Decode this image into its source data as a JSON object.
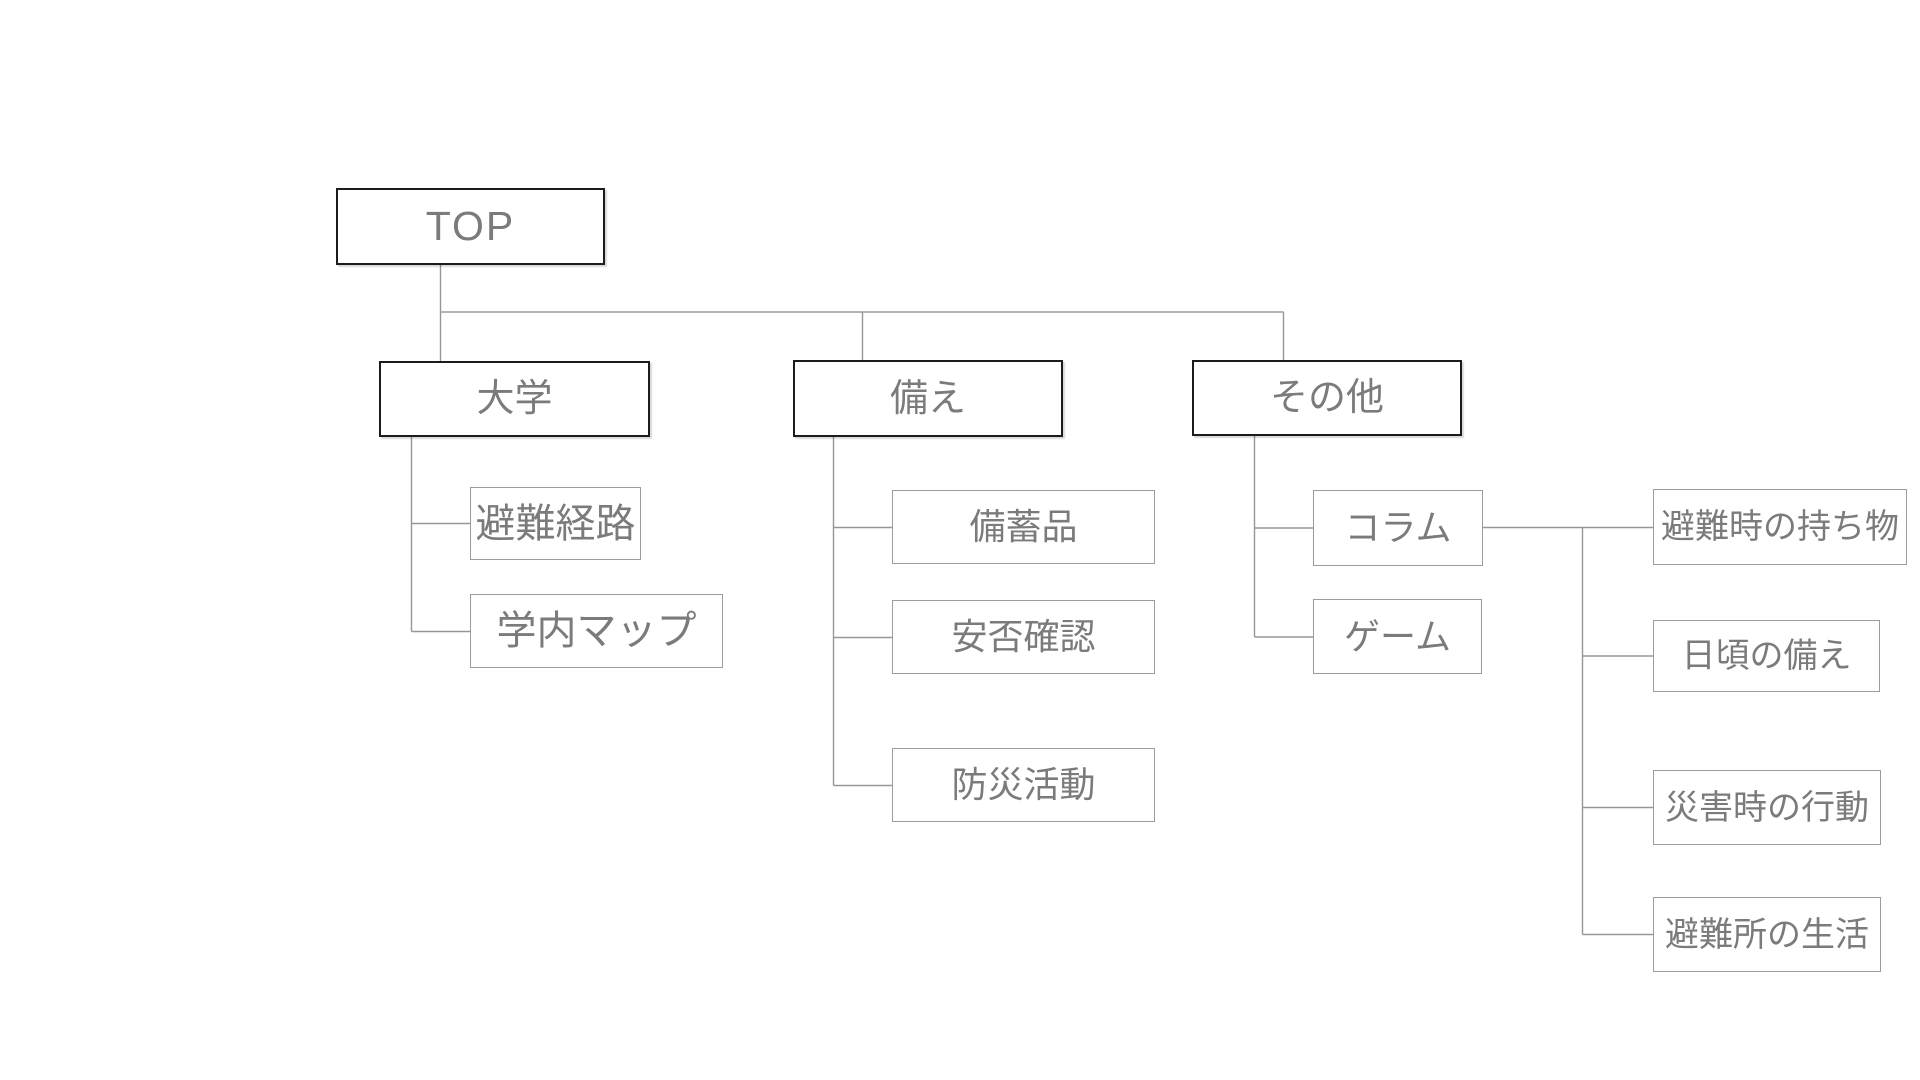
{
  "diagram": {
    "type": "sitemap-tree",
    "background": "#ffffff",
    "colors": {
      "parent_box_border": "#1c1c1c",
      "child_box_border": "#9c9c9c",
      "connector_line": "#979797",
      "top_rail_line": "#b5b5b5",
      "label_text": "#7b7b7b"
    },
    "nodes": {
      "top": {
        "label": "TOP"
      },
      "university": {
        "label": "大学"
      },
      "preparation": {
        "label": "備え"
      },
      "others": {
        "label": "その他"
      },
      "evacuation_route": {
        "label": "避難経路"
      },
      "campus_map": {
        "label": "学内マップ"
      },
      "stockpile": {
        "label": "備蓄品"
      },
      "safety_confirmation": {
        "label": "安否確認"
      },
      "disaster_activity": {
        "label": "防災活動"
      },
      "column": {
        "label": "コラム"
      },
      "game": {
        "label": "ゲーム"
      },
      "evacuation_items": {
        "label": "避難時の持ち物"
      },
      "daily_preparation": {
        "label": "日頃の備え"
      },
      "disaster_actions": {
        "label": "災害時の行動"
      },
      "shelter_life": {
        "label": "避難所の生活"
      }
    },
    "hierarchy": {
      "TOP": [
        "大学",
        "備え",
        "その他"
      ],
      "大学": [
        "避難経路",
        "学内マップ"
      ],
      "備え": [
        "備蓄品",
        "安否確認",
        "防災活動"
      ],
      "その他": [
        "コラム",
        "ゲーム"
      ],
      "コラム": [
        "避難時の持ち物",
        "日頃の備え",
        "災害時の行動",
        "避難所の生活"
      ]
    }
  }
}
